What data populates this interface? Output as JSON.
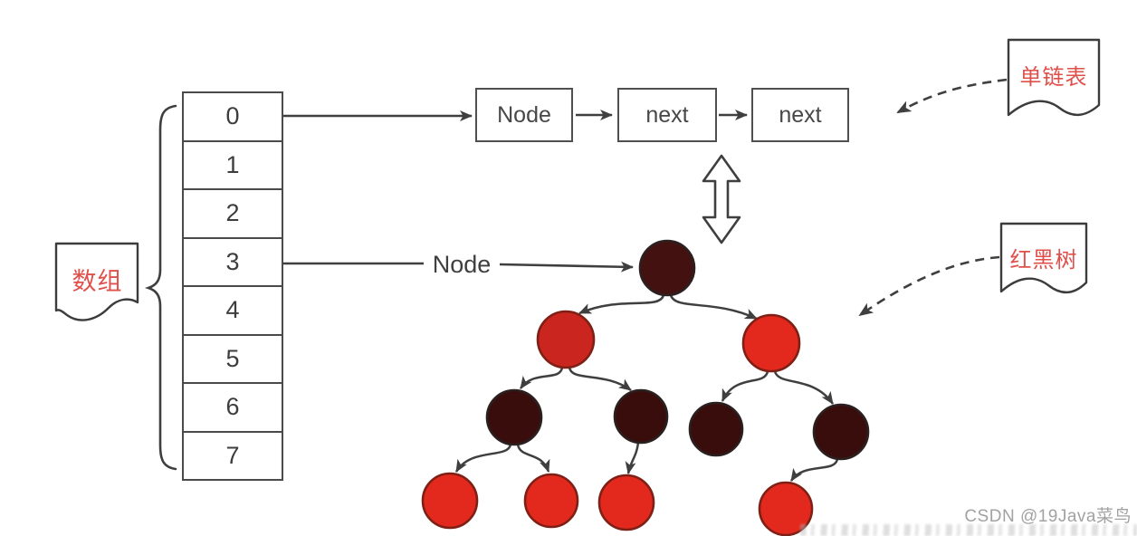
{
  "array": {
    "cells": [
      "0",
      "1",
      "2",
      "3",
      "4",
      "5",
      "6",
      "7"
    ]
  },
  "linked_list": {
    "boxes": [
      {
        "label": "Node"
      },
      {
        "label": "next"
      },
      {
        "label": "next"
      }
    ]
  },
  "tree": {
    "pointer_label": "Node",
    "nodes": [
      {
        "id": "root",
        "color": "black"
      },
      {
        "id": "root.left",
        "color": "red"
      },
      {
        "id": "root.right",
        "color": "red"
      },
      {
        "id": "root.left.left",
        "color": "black"
      },
      {
        "id": "root.left.right",
        "color": "black"
      },
      {
        "id": "root.right.left",
        "color": "black"
      },
      {
        "id": "root.right.right",
        "color": "black"
      },
      {
        "id": "root.left.left.left",
        "color": "red"
      },
      {
        "id": "root.left.left.right",
        "color": "red"
      },
      {
        "id": "root.left.right.left",
        "color": "red"
      },
      {
        "id": "root.right.right.left",
        "color": "red"
      }
    ]
  },
  "notes": {
    "array": {
      "text": "数组"
    },
    "linked_list": {
      "text": "单链表"
    },
    "red_black_tree": {
      "text": "红黑树"
    }
  },
  "watermark": {
    "text": "CSDN @19Java菜鸟"
  },
  "colors": {
    "red_node": "#e3291d",
    "red_node_dark": "#ca251f",
    "black_node": "#380d0b",
    "black_node_root": "#431210",
    "line": "#3f3f3f",
    "note_text": "#e0504b"
  }
}
